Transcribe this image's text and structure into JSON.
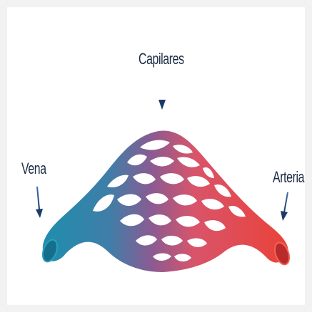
{
  "labels": {
    "capilares": "Capilares",
    "vena": "Vena",
    "arteria": "Arteria"
  },
  "colors": {
    "vein": "#1f86a8",
    "mid": "#7e5a93",
    "artery": "#e8453c",
    "label_text": "#1a2a44",
    "arrow": "#1a3b66"
  }
}
